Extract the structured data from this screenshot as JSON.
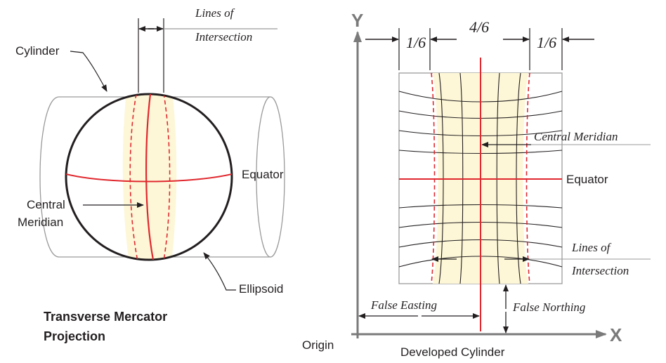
{
  "left_diagram": {
    "cylinder_label": "Cylinder",
    "lines_of_intersection_line1": "Lines of",
    "lines_of_intersection_line2": "Intersection",
    "equator_label": "Equator",
    "central_meridian_line1": "Central",
    "central_meridian_line2": "Meridian",
    "ellipsoid_label": "Ellipsoid",
    "title_line1": "Transverse Mercator",
    "title_line2": "Projection"
  },
  "right_diagram": {
    "y_axis_label": "Y",
    "x_axis_label": "X",
    "left_fraction": "1/6",
    "center_fraction": "4/6",
    "right_fraction": "1/6",
    "central_meridian_label": "Central Meridian",
    "equator_label": "Equator",
    "lines_of_intersection_line1": "Lines of",
    "lines_of_intersection_line2": "Intersection",
    "false_easting_label": "False Easting",
    "false_northing_label": "False Northing",
    "origin_label": "Origin",
    "developed_cylinder_label": "Developed Cylinder"
  },
  "colors": {
    "red": "#e0282e",
    "zone_fill": "#fdf7d8",
    "outline": "#231f20",
    "cylinder": "#9a9a9a",
    "axis": "#7a7a7a"
  }
}
